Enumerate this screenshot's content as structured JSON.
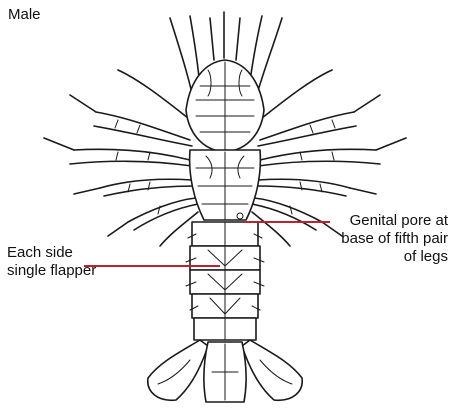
{
  "diagram": {
    "title": "Male",
    "labels": {
      "left_annotation": "Each side single flapper",
      "right_annotation": "Genital pore at base of fifth pair of legs"
    },
    "leader_color": "#c0212f",
    "subject_icon": "spiny-lobster-ventral-illustration"
  }
}
